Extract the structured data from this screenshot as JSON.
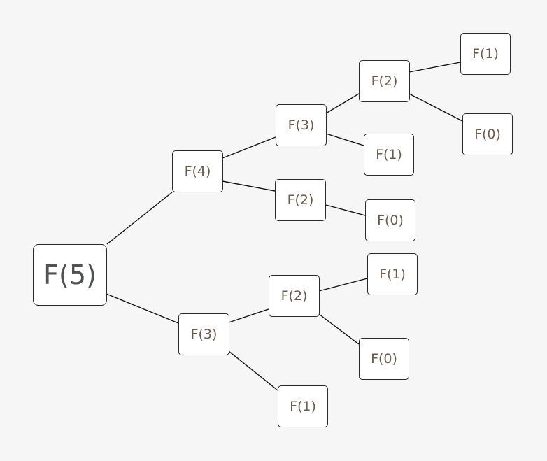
{
  "diagram": {
    "root": {
      "id": "n0",
      "label": "F(5)"
    },
    "nodes": [
      {
        "id": "n1",
        "label": "F(4)",
        "parent": "n0"
      },
      {
        "id": "n2",
        "label": "F(3)",
        "parent": "n1"
      },
      {
        "id": "n3",
        "label": "F(2)",
        "parent": "n2"
      },
      {
        "id": "n4",
        "label": "F(1)",
        "parent": "n3"
      },
      {
        "id": "n5",
        "label": "F(0)",
        "parent": "n3"
      },
      {
        "id": "n6",
        "label": "F(1)",
        "parent": "n2"
      },
      {
        "id": "n7",
        "label": "F(2)",
        "parent": "n1"
      },
      {
        "id": "n8",
        "label": "F(0)",
        "parent": "n7"
      },
      {
        "id": "n9",
        "label": "F(3)",
        "parent": "n0"
      },
      {
        "id": "n10",
        "label": "F(2)",
        "parent": "n9"
      },
      {
        "id": "n11",
        "label": "F(1)",
        "parent": "n10"
      },
      {
        "id": "n12",
        "label": "F(0)",
        "parent": "n10"
      },
      {
        "id": "n13",
        "label": "F(1)",
        "parent": "n9"
      }
    ]
  }
}
